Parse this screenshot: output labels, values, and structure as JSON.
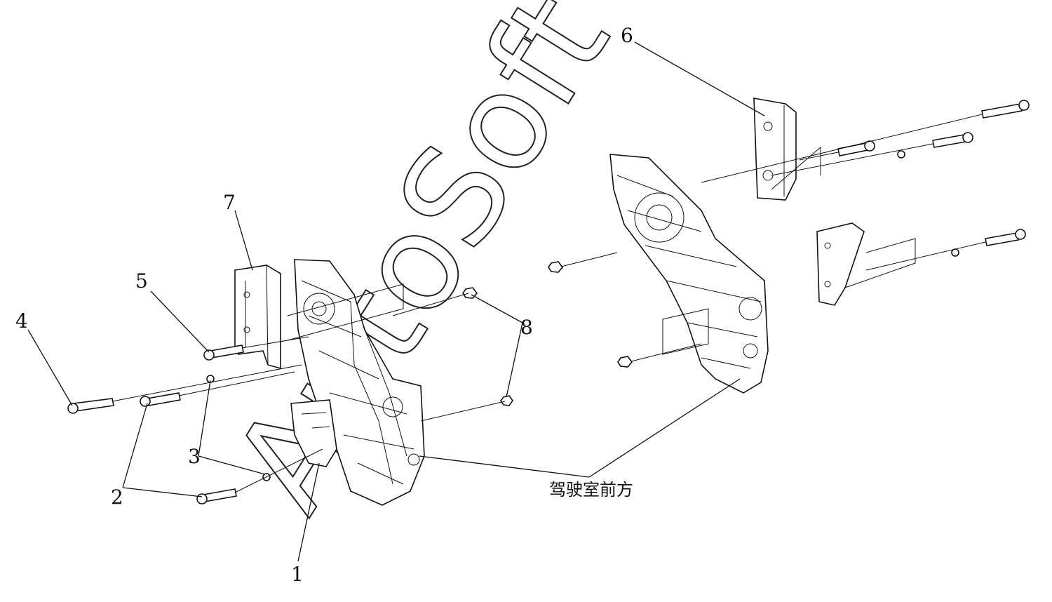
{
  "callouts": [
    {
      "label": "1"
    },
    {
      "label": "2"
    },
    {
      "label": "3"
    },
    {
      "label": "4"
    },
    {
      "label": "5"
    },
    {
      "label": "6"
    },
    {
      "label": "7"
    },
    {
      "label": "8"
    }
  ],
  "caption": "驾驶室前方",
  "watermark": "AutoSoft"
}
